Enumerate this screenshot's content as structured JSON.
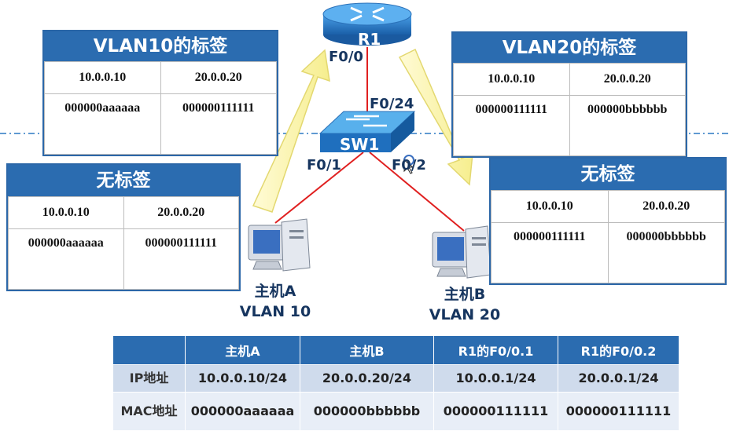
{
  "router": {
    "name": "R1",
    "port": "F0/0"
  },
  "switch": {
    "name": "SW1",
    "uplink": "F0/24",
    "port_a": "F0/1",
    "port_b": "F0/2"
  },
  "hosts": [
    {
      "name": "主机A",
      "vlan": "VLAN 10"
    },
    {
      "name": "主机B",
      "vlan": "VLAN 20"
    }
  ],
  "frames": {
    "vlan10": {
      "title": "VLAN10的标签",
      "ip1": "10.0.0.10",
      "ip2": "20.0.0.20",
      "mac1": "000000aaaaaa",
      "mac2": "000000111111"
    },
    "vlan20": {
      "title": "VLAN20的标签",
      "ip1": "10.0.0.10",
      "ip2": "20.0.0.20",
      "mac1": "000000111111",
      "mac2": "000000bbbbbb"
    },
    "untag_left": {
      "title": "无标签",
      "ip1": "10.0.0.10",
      "ip2": "20.0.0.20",
      "mac1": "000000aaaaaa",
      "mac2": "000000111111"
    },
    "untag_right": {
      "title": "无标签",
      "ip1": "10.0.0.10",
      "ip2": "20.0.0.20",
      "mac1": "000000111111",
      "mac2": "000000bbbbbb"
    }
  },
  "address_table": {
    "headers": [
      "",
      "主机A",
      "主机B",
      "R1的F0/0.1",
      "R1的F0/0.2"
    ],
    "rows": [
      {
        "label": "IP地址",
        "cells": [
          "10.0.0.10/24",
          "20.0.0.20/24",
          "10.0.0.1/24",
          "20.0.0.1/24"
        ]
      },
      {
        "label": "MAC地址",
        "cells": [
          "000000aaaaaa",
          "000000bbbbbb",
          "000000111111",
          "000000111111"
        ]
      }
    ]
  },
  "colors": {
    "header_blue": "#2b6cb0",
    "link_red": "#e02020",
    "arrow_yellow": "#fbf6b0",
    "device_blue": "#2b78c4"
  }
}
